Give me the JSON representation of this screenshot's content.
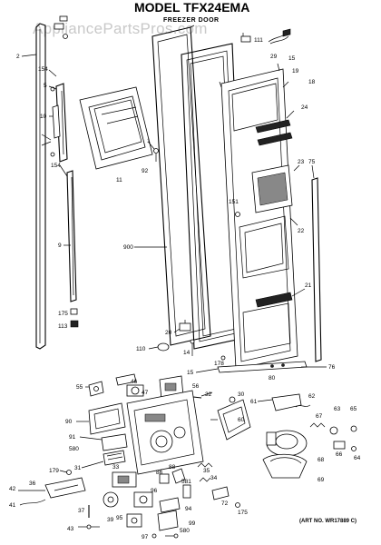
{
  "header": {
    "title": "MODEL TFX24EMA",
    "subtitle": "FREEZER DOOR",
    "watermark": "AppliancePartsPros.com"
  },
  "footer": {
    "art_no": "(ART NO. WR17889 C)"
  },
  "part_labels": [
    {
      "id": "lbl-2",
      "text": "2"
    },
    {
      "id": "lbl-154a",
      "text": "154"
    },
    {
      "id": "lbl-5",
      "text": "5"
    },
    {
      "id": "lbl-10",
      "text": "10"
    },
    {
      "id": "lbl-154b",
      "text": "154"
    },
    {
      "id": "lbl-9",
      "text": "9"
    },
    {
      "id": "lbl-175a",
      "text": "175"
    },
    {
      "id": "lbl-113",
      "text": "113"
    },
    {
      "id": "lbl-1",
      "text": "1"
    },
    {
      "id": "lbl-92",
      "text": "92"
    },
    {
      "id": "lbl-11",
      "text": "11"
    },
    {
      "id": "lbl-900",
      "text": "900"
    },
    {
      "id": "lbl-111",
      "text": "111"
    },
    {
      "id": "lbl-29",
      "text": "29"
    },
    {
      "id": "lbl-15a",
      "text": "15"
    },
    {
      "id": "lbl-19",
      "text": "19"
    },
    {
      "id": "lbl-18",
      "text": "18"
    },
    {
      "id": "lbl-24",
      "text": "24"
    },
    {
      "id": "lbl-23",
      "text": "23"
    },
    {
      "id": "lbl-75",
      "text": "75"
    },
    {
      "id": "lbl-151",
      "text": "151"
    },
    {
      "id": "lbl-22",
      "text": "22"
    },
    {
      "id": "lbl-21",
      "text": "21"
    },
    {
      "id": "lbl-20",
      "text": "20"
    },
    {
      "id": "lbl-110",
      "text": "110"
    },
    {
      "id": "lbl-14",
      "text": "14"
    },
    {
      "id": "lbl-178",
      "text": "178"
    },
    {
      "id": "lbl-15b",
      "text": "15"
    },
    {
      "id": "lbl-80",
      "text": "80"
    },
    {
      "id": "lbl-76",
      "text": "76"
    },
    {
      "id": "lbl-55",
      "text": "55"
    },
    {
      "id": "lbl-46",
      "text": "46"
    },
    {
      "id": "lbl-47",
      "text": "47"
    },
    {
      "id": "lbl-56",
      "text": "56"
    },
    {
      "id": "lbl-32",
      "text": "32"
    },
    {
      "id": "lbl-30",
      "text": "30"
    },
    {
      "id": "lbl-61",
      "text": "61"
    },
    {
      "id": "lbl-62",
      "text": "62"
    },
    {
      "id": "lbl-67",
      "text": "67"
    },
    {
      "id": "lbl-63",
      "text": "63"
    },
    {
      "id": "lbl-65",
      "text": "65"
    },
    {
      "id": "lbl-90",
      "text": "90"
    },
    {
      "id": "lbl-60",
      "text": "60"
    },
    {
      "id": "lbl-91",
      "text": "91"
    },
    {
      "id": "lbl-580a",
      "text": "580"
    },
    {
      "id": "lbl-31",
      "text": "31"
    },
    {
      "id": "lbl-66",
      "text": "66"
    },
    {
      "id": "lbl-64",
      "text": "64"
    },
    {
      "id": "lbl-68",
      "text": "68"
    },
    {
      "id": "lbl-33",
      "text": "33"
    },
    {
      "id": "lbl-179",
      "text": "179"
    },
    {
      "id": "lbl-86",
      "text": "86"
    },
    {
      "id": "lbl-88",
      "text": "88"
    },
    {
      "id": "lbl-35",
      "text": "35"
    },
    {
      "id": "lbl-69",
      "text": "69"
    },
    {
      "id": "lbl-42",
      "text": "42"
    },
    {
      "id": "lbl-36",
      "text": "36"
    },
    {
      "id": "lbl-581",
      "text": "581"
    },
    {
      "id": "lbl-34",
      "text": "34"
    },
    {
      "id": "lbl-72",
      "text": "72"
    },
    {
      "id": "lbl-41",
      "text": "41"
    },
    {
      "id": "lbl-37",
      "text": "37"
    },
    {
      "id": "lbl-39",
      "text": "39"
    },
    {
      "id": "lbl-96",
      "text": "96"
    },
    {
      "id": "lbl-94",
      "text": "94"
    },
    {
      "id": "lbl-175b",
      "text": "175"
    },
    {
      "id": "lbl-95",
      "text": "95"
    },
    {
      "id": "lbl-99",
      "text": "99"
    },
    {
      "id": "lbl-43",
      "text": "43"
    },
    {
      "id": "lbl-97",
      "text": "97"
    },
    {
      "id": "lbl-580b",
      "text": "580"
    }
  ]
}
